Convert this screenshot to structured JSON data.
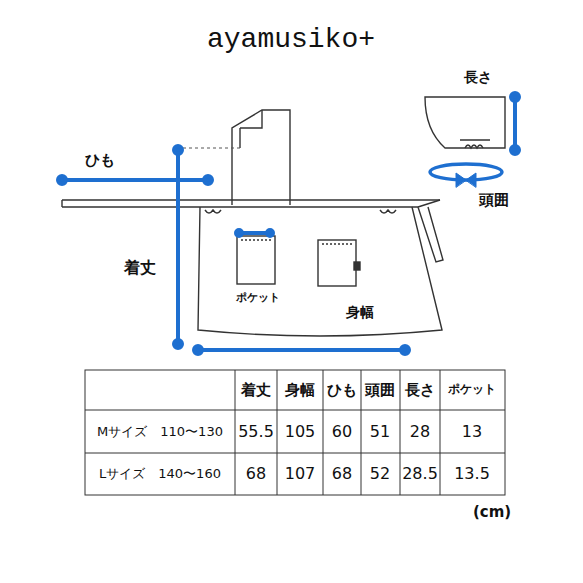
{
  "diagram": {
    "title": "ayamusiko+",
    "labels": [
      "長さ",
      "ひも",
      "頭囲",
      "着丈",
      "ポケット",
      "身幅",
      "着丈",
      "身幅",
      "ひも",
      "頭囲",
      "長さ",
      "ポケット",
      "Mサイズ　110〜130",
      "55.5",
      "105",
      "60",
      "51",
      "28",
      "13",
      "Lサイズ　140〜160",
      "68",
      "107",
      "68",
      "52",
      "28.5",
      "13.5",
      "(cm)"
    ]
  }
}
